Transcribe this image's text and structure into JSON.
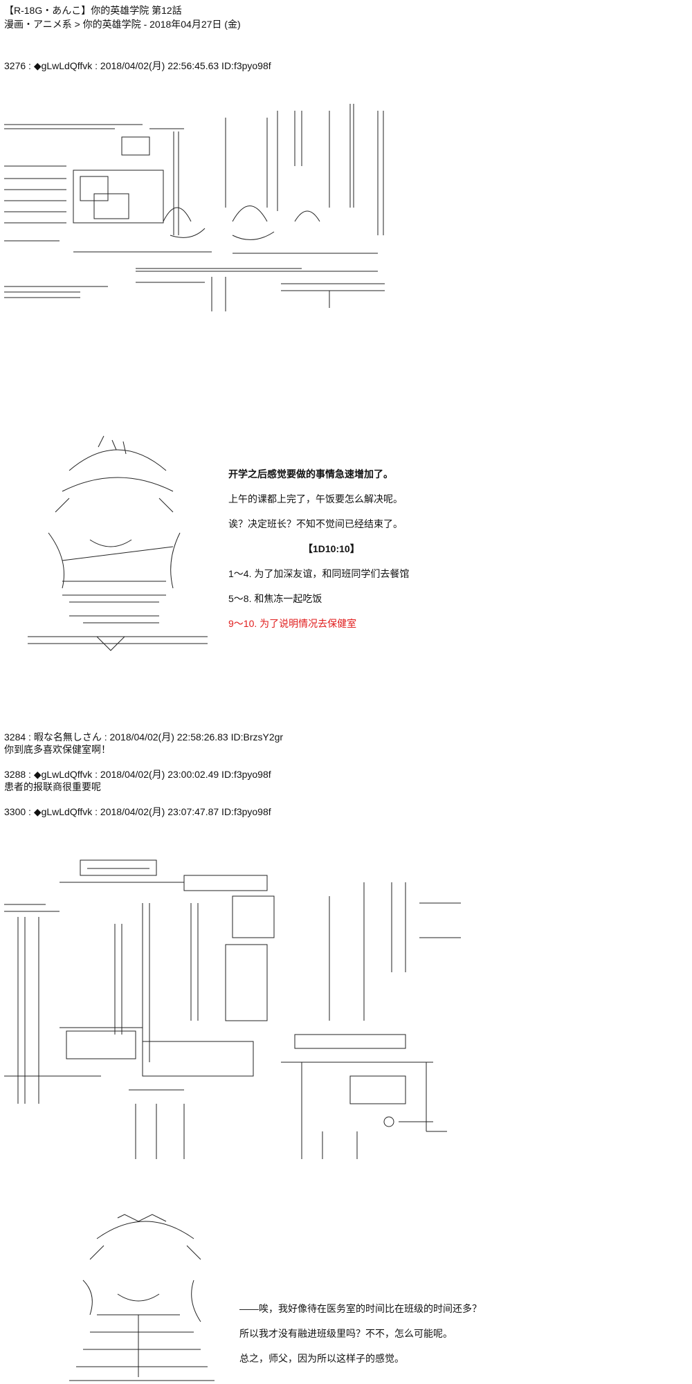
{
  "header": {
    "title_line": "【R-18G・あんこ】你的英雄学院 第12話",
    "breadcrumb_line": "漫画・アニメ系 > 你的英雄学院 - 2018年04月27日 (金)"
  },
  "posts": [
    {
      "header": "3276 : ◆gLwLdQffvk : 2018/04/02(月) 22:56:45.63 ID:f3pyo98f",
      "narration": [
        "开学之后感觉要做的事情急速增加了。",
        "上午的课都上完了，午饭要怎么解决呢。",
        "诶？决定班长？不知不觉间已经结束了。",
        "【1D10:10】",
        "1～4. 为了加深友谊，和同班同学们去餐馆",
        "5～8. 和焦冻一起吃饭",
        "9～10. 为了说明情况去保健室"
      ]
    },
    {
      "header": "3284 : 暇な名無しさん : 2018/04/02(月) 22:58:26.83 ID:BrzsY2gr",
      "text": "你到底多喜欢保健室啊！"
    },
    {
      "header": "3288 : ◆gLwLdQffvk : 2018/04/02(月) 23:00:02.49 ID:f3pyo98f",
      "text": "患者的报联商很重要呢"
    },
    {
      "header": "3300 : ◆gLwLdQffvk : 2018/04/02(月) 23:07:47.87 ID:f3pyo98f",
      "narration": [
        "——唉，我好像待在医务室的时间比在班级的时间还多？",
        "所以我才没有融进班级里吗？不不，怎么可能呢。",
        "总之，师父，因为所以这样子的感觉。"
      ]
    }
  ],
  "colors": {
    "text": "#111111",
    "highlight": "#e01b1b",
    "background": "#ffffff"
  }
}
